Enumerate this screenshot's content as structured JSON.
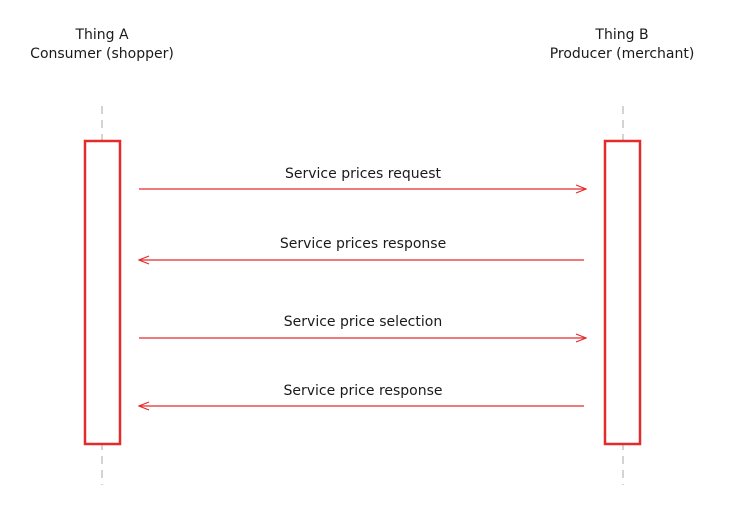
{
  "participants": [
    {
      "name": "Thing A",
      "role": "Consumer (shopper)"
    },
    {
      "name": "Thing B",
      "role": "Producer (merchant)"
    }
  ],
  "messages": [
    {
      "label": "Service prices request",
      "direction": "a-to-b"
    },
    {
      "label": "Service prices response",
      "direction": "b-to-a"
    },
    {
      "label": "Service price selection",
      "direction": "a-to-b"
    },
    {
      "label": "Service price response",
      "direction": "b-to-a"
    }
  ],
  "colors": {
    "accent": "#e32b2b",
    "lifeline": "#a8a8a8",
    "text": "#1a1a1a"
  }
}
